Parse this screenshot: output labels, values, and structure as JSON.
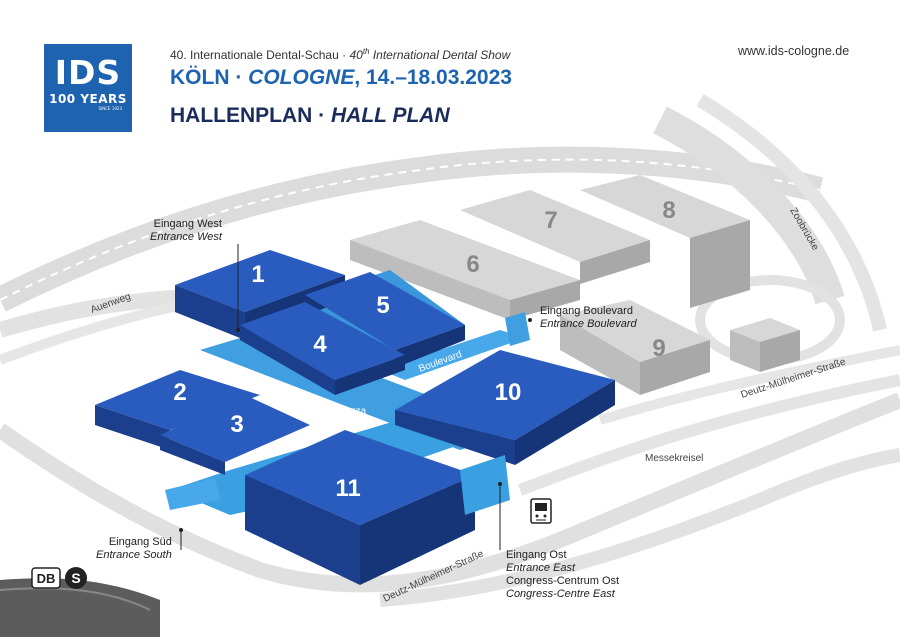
{
  "header": {
    "line1_de": "40. Internationale Dental-Schau · ",
    "line1_en_num": "40",
    "line1_en_sup": "th",
    "line1_en_rest": " International Dental Show",
    "line2_de": "KÖLN · ",
    "line2_en": "COLOGNE",
    "line2_dates": ", 14.–18.03.2023",
    "line3_de": "HALLENPLAN · ",
    "line3_en": "HALL PLAN",
    "url": "www.ids-cologne.de"
  },
  "logo": {
    "brand": "IDS",
    "years": "100 YEARS",
    "since": "SINCE 1923"
  },
  "halls": {
    "h1": "1",
    "h2": "2",
    "h3": "3",
    "h4": "4",
    "h5": "5",
    "h6": "6",
    "h7": "7",
    "h8": "8",
    "h9": "9",
    "h10": "10",
    "h11": "11"
  },
  "labels": {
    "piazza": "Piazza",
    "boulevard": "Boulevard",
    "entrance_west_de": "Eingang West",
    "entrance_west_en": "Entrance West",
    "entrance_boulevard_de": "Eingang Boulevard",
    "entrance_boulevard_en": "Entrance Boulevard",
    "entrance_south_de": "Eingang Süd",
    "entrance_south_en": "Entrance South",
    "entrance_east_de": "Eingang Ost",
    "entrance_east_en": "Entrance East",
    "congress_de": "Congress-Centrum Ost",
    "congress_en": "Congress-Centre East"
  },
  "roads": {
    "auenweg": "Auenweg",
    "zoobruecke": "Zoobrücke",
    "deutz_muelheimer_1": "Deutz-Mülheimer-Straße",
    "deutz_muelheimer_2": "Deutz-Mülheimer-Straße",
    "messekreisel": "Messekreisel"
  },
  "transit": {
    "db": "DB",
    "sbahn": "S"
  },
  "colors": {
    "hall_dark": "#1f4aa0",
    "hall_top": "#2357b7",
    "hall_light": "#3f9fe0",
    "grey_hall": "#c8c8c8",
    "road": "#e2e2e2",
    "brand_blue": "#1d63b0",
    "navy": "#1a2c5b"
  },
  "icons": [
    "tram-icon",
    "db-logo-icon",
    "sbahn-logo-icon"
  ]
}
